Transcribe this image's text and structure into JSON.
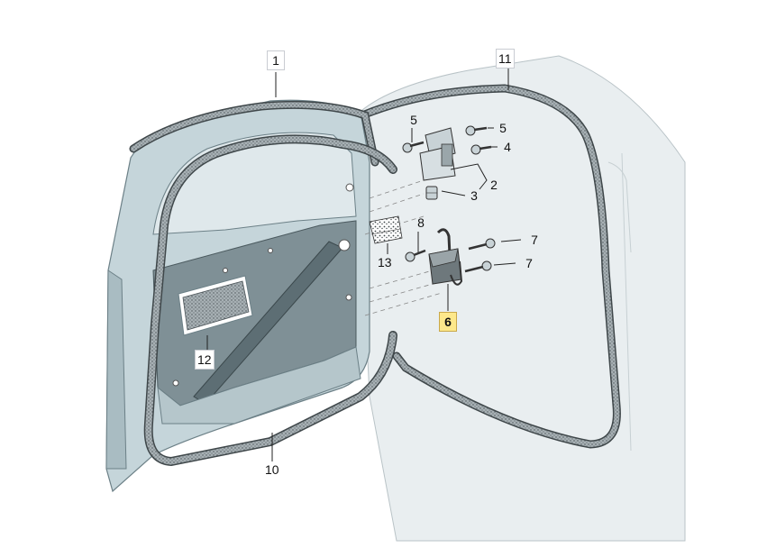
{
  "diagram": {
    "colors": {
      "door_fill": "#c4d4d9",
      "door_edge": "#6c8087",
      "trim_fill": "#8d9da2",
      "seal_fill": "#9aa4a8",
      "seal_dots": "#4a5357",
      "body_fill": "#e6ebed",
      "highlight": "#fde88b"
    },
    "callouts": [
      {
        "id": "c1",
        "label": "1",
        "highlighted": false
      },
      {
        "id": "c11",
        "label": "11",
        "highlighted": false
      },
      {
        "id": "c5a",
        "label": "5",
        "highlighted": false
      },
      {
        "id": "c5b",
        "label": "5",
        "highlighted": false
      },
      {
        "id": "c4",
        "label": "4",
        "highlighted": false
      },
      {
        "id": "c2",
        "label": "2",
        "highlighted": false
      },
      {
        "id": "c3",
        "label": "3",
        "highlighted": false
      },
      {
        "id": "c8",
        "label": "8",
        "highlighted": false
      },
      {
        "id": "c7a",
        "label": "7",
        "highlighted": false
      },
      {
        "id": "c7b",
        "label": "7",
        "highlighted": false
      },
      {
        "id": "c13",
        "label": "13",
        "highlighted": false
      },
      {
        "id": "c6",
        "label": "6",
        "highlighted": true
      },
      {
        "id": "c12",
        "label": "12",
        "highlighted": false
      },
      {
        "id": "c10",
        "label": "10",
        "highlighted": false
      }
    ]
  }
}
